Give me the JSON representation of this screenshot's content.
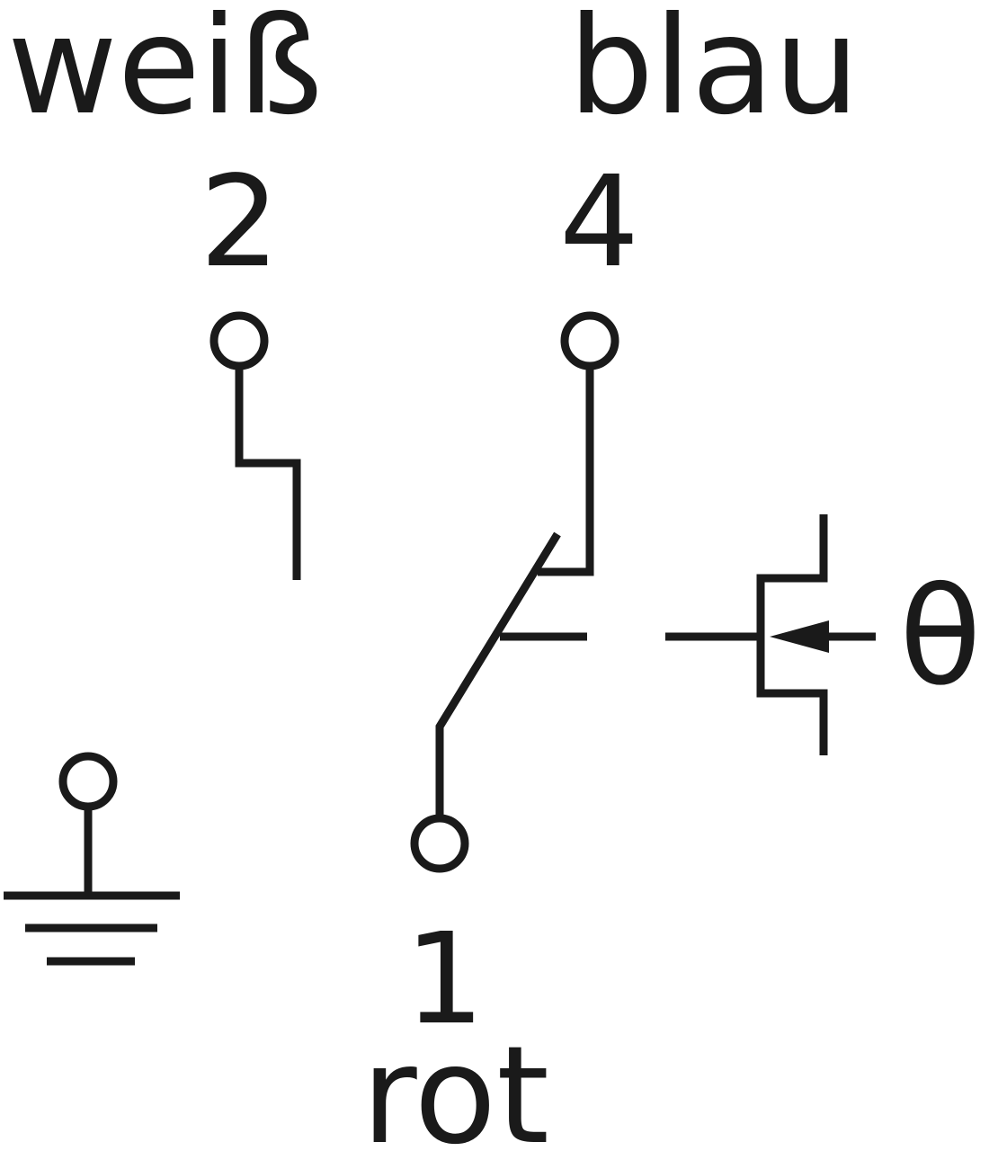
{
  "terminals": {
    "t2": {
      "number": "2",
      "color": "weiß"
    },
    "t4": {
      "number": "4",
      "color": "blau"
    },
    "t1": {
      "number": "1",
      "color": "rot"
    }
  },
  "actuator": {
    "symbol": "θ"
  },
  "colors": {
    "line": "#1a1a1a",
    "background": "#ffffff"
  }
}
